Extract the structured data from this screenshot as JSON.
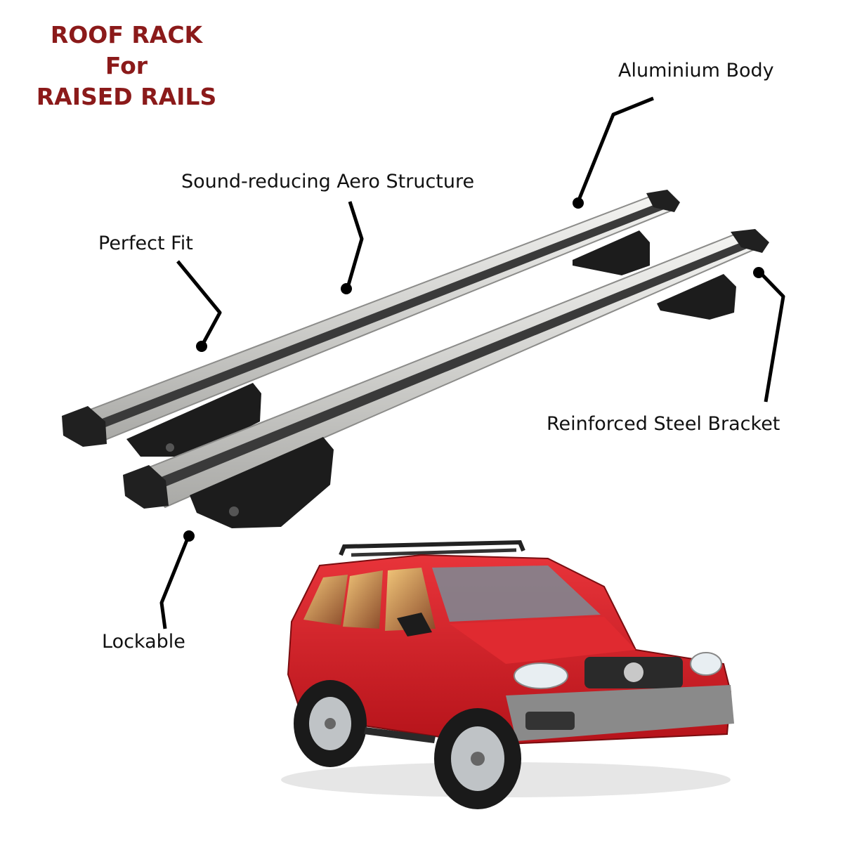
{
  "title": {
    "line1": "ROOF RACK",
    "line2": "For",
    "line3": "RAISED RAILS"
  },
  "callouts": {
    "aluminium_body": "Aluminium Body",
    "aero_structure": "Sound-reducing Aero Structure",
    "perfect_fit": "Perfect Fit",
    "steel_bracket": "Reinforced Steel Bracket",
    "lockable": "Lockable"
  },
  "colors": {
    "title": "#8b1a1a",
    "bar_silver": "#d9d9d6",
    "bracket": "#1c1c1c",
    "car_red": "#d91f1f"
  }
}
